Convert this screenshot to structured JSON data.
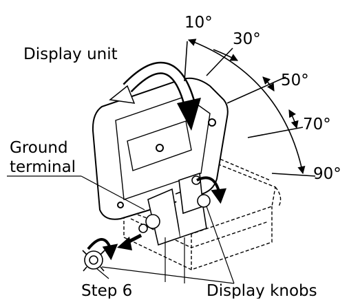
{
  "labels": {
    "display_unit": "Display unit",
    "ground_terminal_line1": "Ground",
    "ground_terminal_line2": "terminal",
    "step": "Step 6",
    "display_knobs": "Display knobs"
  },
  "angles": [
    {
      "text": "10°"
    },
    {
      "text": "30°"
    },
    {
      "text": "50°"
    },
    {
      "text": "70°"
    },
    {
      "text": "90°"
    }
  ]
}
